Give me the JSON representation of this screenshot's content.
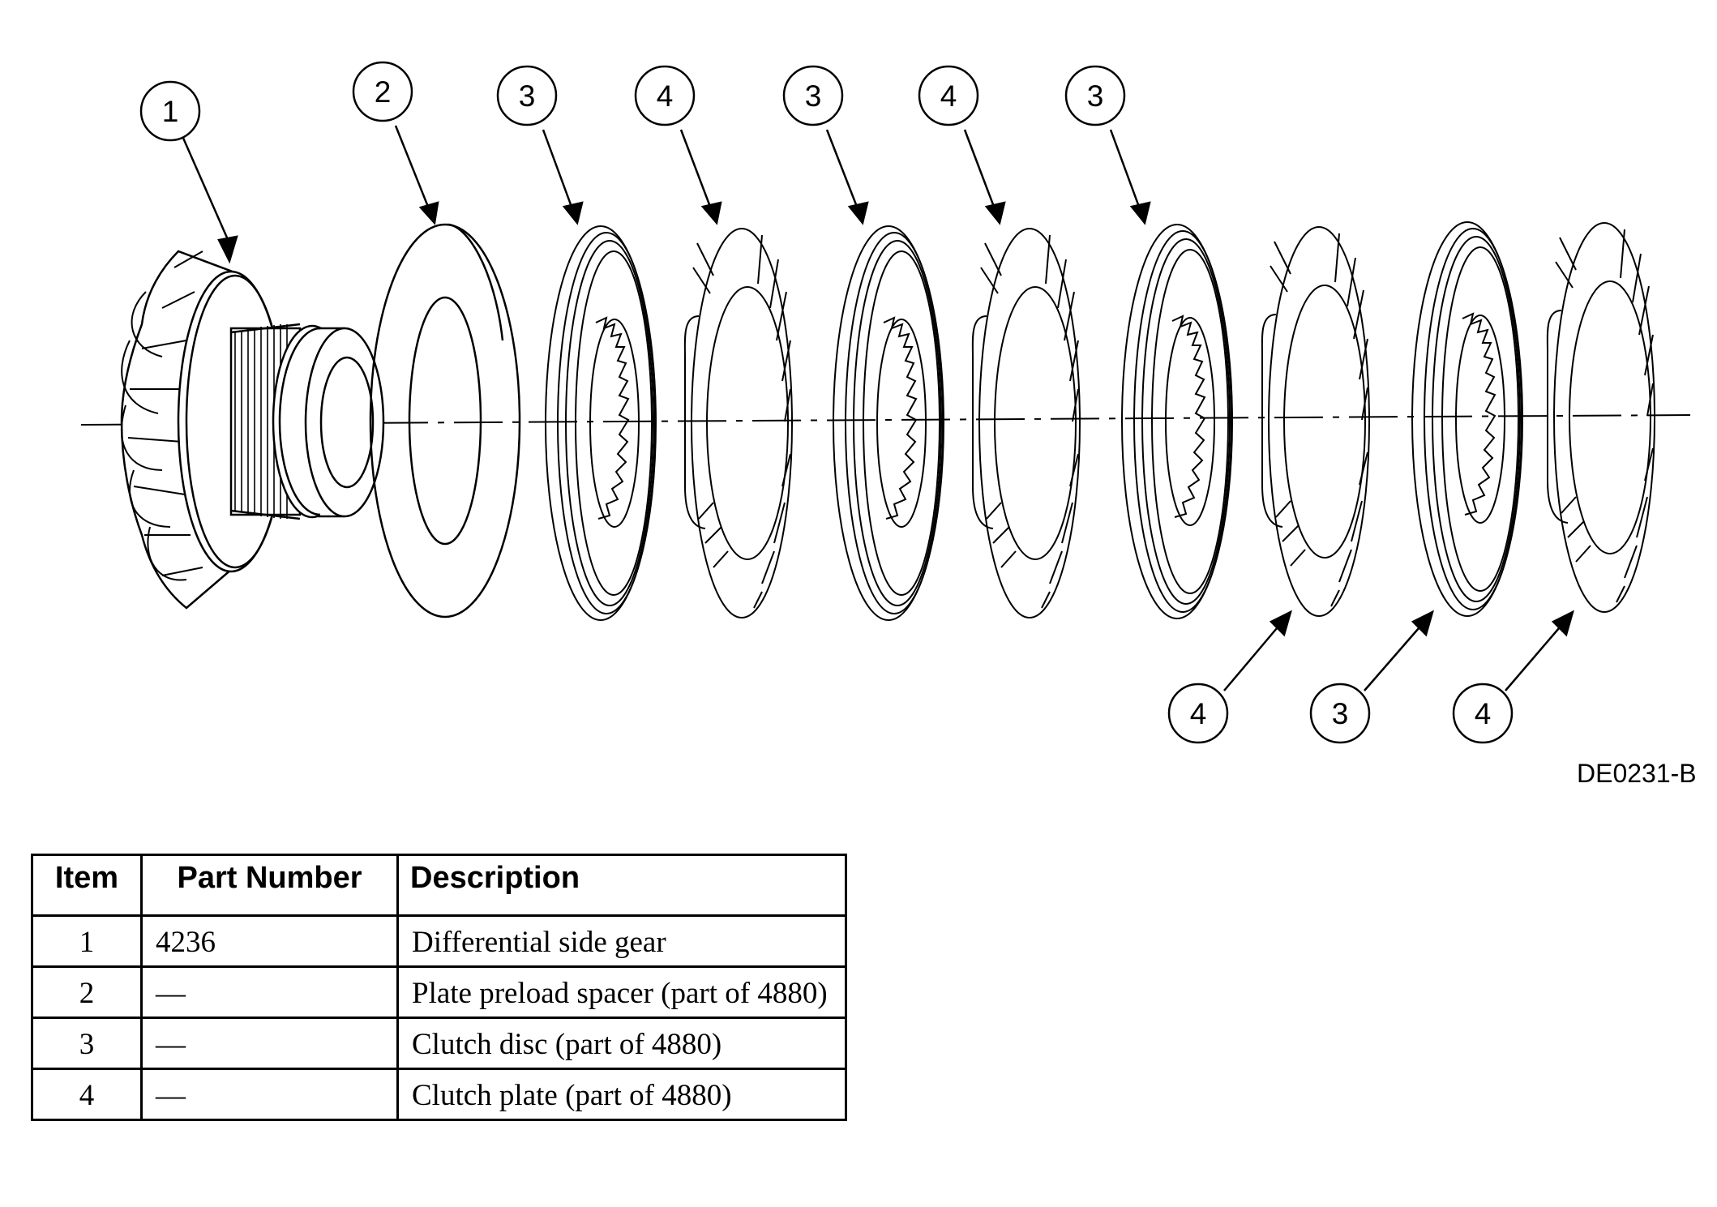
{
  "figure": {
    "reference_code": "DE0231-B",
    "callouts": [
      {
        "id": "c1",
        "label": "1"
      },
      {
        "id": "c2",
        "label": "2"
      },
      {
        "id": "c3a",
        "label": "3"
      },
      {
        "id": "c4a",
        "label": "4"
      },
      {
        "id": "c3b",
        "label": "3"
      },
      {
        "id": "c4b",
        "label": "4"
      },
      {
        "id": "c3c",
        "label": "3"
      },
      {
        "id": "c4c",
        "label": "4"
      },
      {
        "id": "c3d",
        "label": "3"
      },
      {
        "id": "c4d",
        "label": "4"
      }
    ]
  },
  "table": {
    "headers": {
      "item": "Item",
      "part_number": "Part Number",
      "description": "Description"
    },
    "rows": [
      {
        "item": "1",
        "part_number": "4236",
        "description": "Differential side gear"
      },
      {
        "item": "2",
        "part_number": "—",
        "description": "Plate preload spacer (part of 4880)"
      },
      {
        "item": "3",
        "part_number": "—",
        "description": "Clutch disc (part of 4880)"
      },
      {
        "item": "4",
        "part_number": "—",
        "description": "Clutch plate (part of 4880)"
      }
    ]
  }
}
